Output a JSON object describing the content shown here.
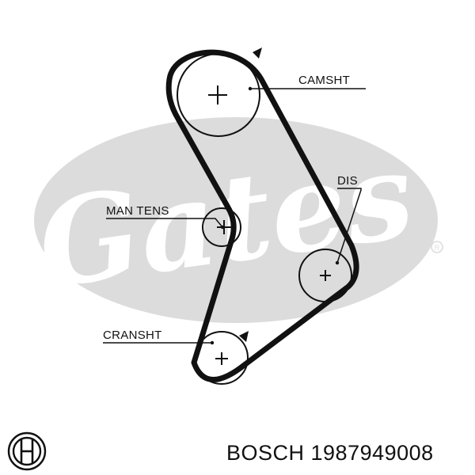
{
  "watermark": {
    "text": "Gates",
    "registered_mark": "®",
    "color": "#dcdcdc"
  },
  "labels": {
    "camshaft": "CAMSHT",
    "distributor": "DIS",
    "man_tens": "MAN TENS",
    "crankshaft": "CRANSHT"
  },
  "footer": {
    "brand": "BOSCH",
    "part_number": "1987949008",
    "text": "BOSCH 1987949008"
  },
  "logo": {
    "name": "bosch-logo-icon"
  },
  "colors": {
    "belt": "#111111",
    "text": "#111111",
    "background": "#ffffff"
  }
}
